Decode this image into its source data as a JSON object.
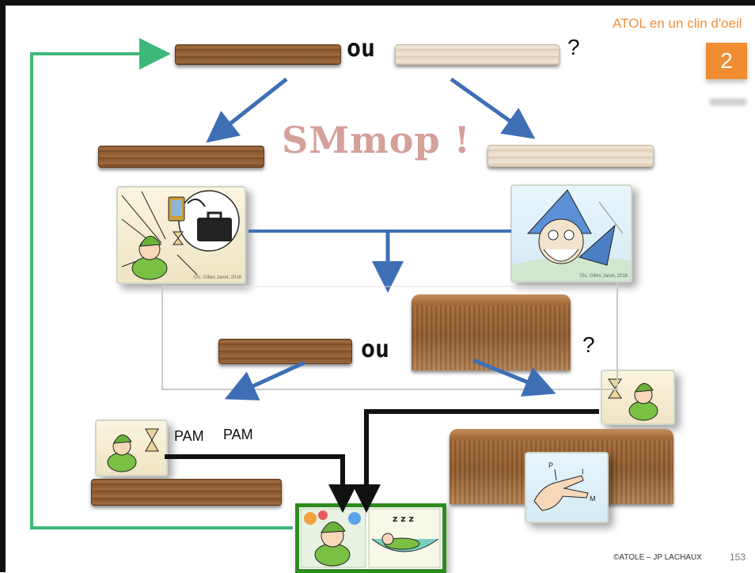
{
  "header": {
    "title": "ATOL en un clin d'oeil",
    "badge": "2"
  },
  "watermark": "SMmop !",
  "question_top": {
    "connector": "ou",
    "mark": "?"
  },
  "question_bottom": {
    "connector": "ou",
    "mark": "?"
  },
  "pam_labels": [
    "PAM",
    "PAM"
  ],
  "card_credit": "©Ic. Gilles Janet, 2018",
  "footer": {
    "credit": "©ATOLE – JP LACHAUX",
    "page": "153"
  },
  "colors": {
    "accent": "#f08c31",
    "green_line": "#3cb878",
    "blue_arrow": "#3e6fb4",
    "dark_wood": "#8a5a32",
    "light_wood": "#e8dccb",
    "box_border": "#2e8b1e"
  },
  "icons": [
    "hourglass-icon",
    "briefcase-icon",
    "phone-icon",
    "hand-pim-icon",
    "sleep-zzz-icon",
    "dwarf-icon",
    "wizard-icon"
  ]
}
